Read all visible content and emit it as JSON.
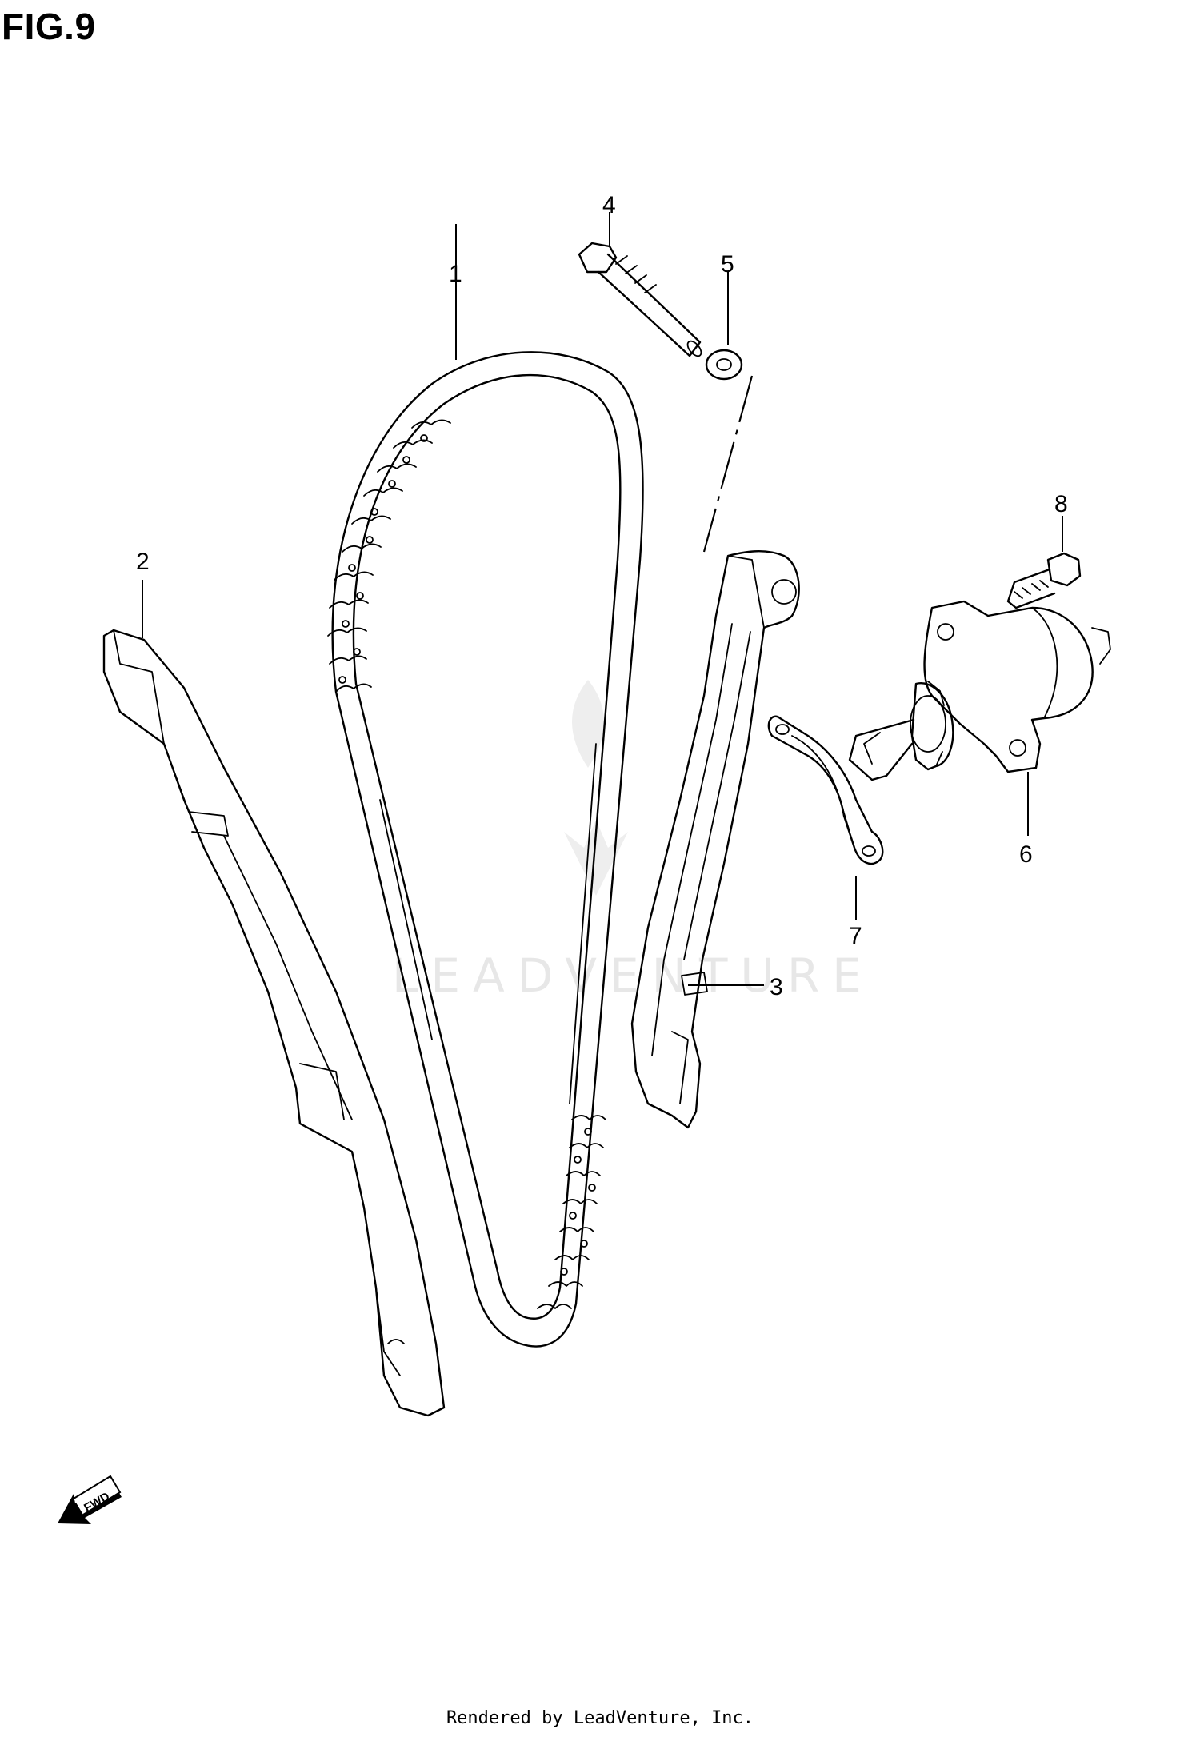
{
  "figure": {
    "title": "FIG.9",
    "watermark": "LEADVENTURE",
    "fwd_label": "FWD",
    "footer": "Rendered by LeadVenture, Inc."
  },
  "callouts": [
    {
      "number": "1",
      "part": "cam-chain"
    },
    {
      "number": "2",
      "part": "rear-chain-guide"
    },
    {
      "number": "3",
      "part": "tensioner-arm"
    },
    {
      "number": "4",
      "part": "arm-pivot-bolt"
    },
    {
      "number": "5",
      "part": "washer"
    },
    {
      "number": "6",
      "part": "chain-tensioner-adjuster"
    },
    {
      "number": "7",
      "part": "gasket"
    },
    {
      "number": "8",
      "part": "adjuster-bolt"
    }
  ]
}
